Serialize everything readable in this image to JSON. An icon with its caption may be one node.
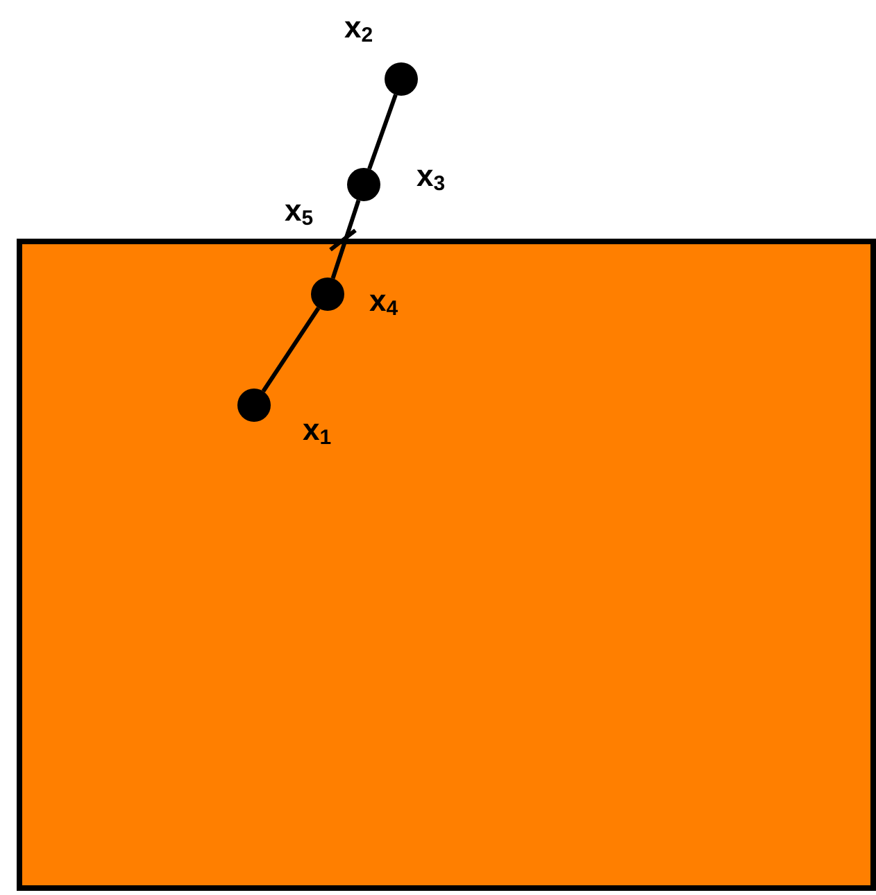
{
  "diagram": {
    "nodes": [
      {
        "text": [],
        "shape": "box"
      },
      {
        "text": [],
        "shape": "circle",
        "beside": [
          "x$_{2}$"
        ]
      },
      {
        "text": [],
        "shape": "circle",
        "beside": [
          "x$_{3}$"
        ]
      },
      {
        "text": [],
        "shape": "circle",
        "beside": [
          "x$_{4}$"
        ],
        "in": 0
      },
      {
        "text": [],
        "shape": "circle",
        "beside": [
          "x$_{1}$"
        ],
        "in": 0
      }
    ],
    "edges": [
      {
        "from": 4,
        "to": 3,
        "arrow": "none"
      },
      {
        "from": 3,
        "to": 2,
        "arrow": "none"
      },
      {
        "from": 2,
        "to": 1,
        "arrow": "none"
      }
    ],
    "labels": [
      "x$_{5}$"
    ]
  }
}
